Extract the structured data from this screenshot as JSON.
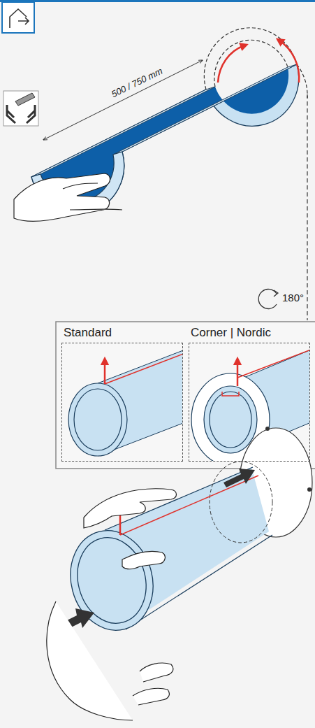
{
  "diagram": {
    "nodes": [
      {
        "text": [
          "Standard"
        ]
      },
      {
        "text": [
          "Corner | Nordic"
        ]
      }
    ],
    "labels": [
      "500 / 750 mm",
      "180°"
    ]
  }
}
